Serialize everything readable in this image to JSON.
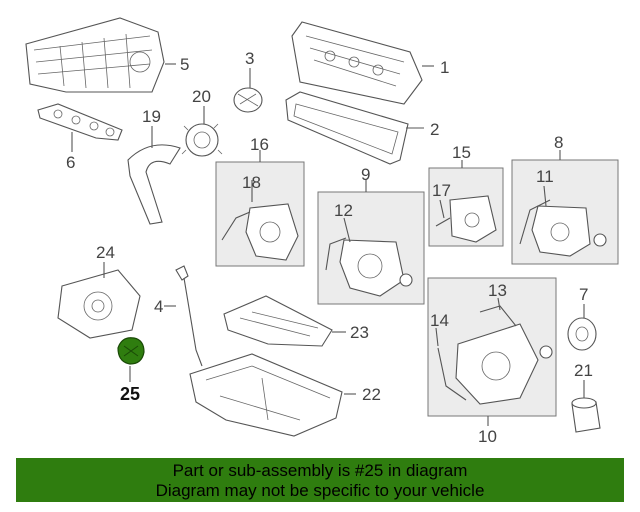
{
  "diagram": {
    "callouts": [
      "1",
      "2",
      "3",
      "4",
      "5",
      "6",
      "7",
      "8",
      "9",
      "10",
      "11",
      "12",
      "13",
      "14",
      "15",
      "16",
      "17",
      "18",
      "19",
      "20",
      "21",
      "22",
      "23",
      "24",
      "25"
    ],
    "highlighted_part": "25",
    "highlight_color": "#2f7d0f"
  },
  "banner": {
    "line1": "Part or sub-assembly is #25 in diagram",
    "line2": "Diagram may not be specific to your vehicle",
    "background": "#2f7d0f"
  }
}
